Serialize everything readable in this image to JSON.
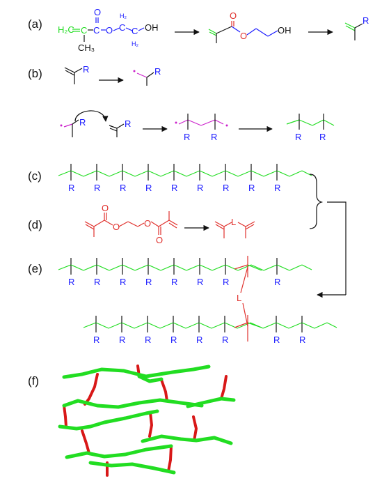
{
  "colors": {
    "methacrylate": "#22dd22",
    "chain": "#22dd22",
    "hema_tail": "#1a1aff",
    "r_group": "#1a1aff",
    "crosslinker": "#e0302c",
    "radical": "#cc22cc",
    "carbon_skeleton": "#111111",
    "arrow": "#111111",
    "network_chain": "#22dd22",
    "network_link": "#d81818"
  },
  "panels": {
    "a": "(a)",
    "b": "(b)",
    "c": "(c)",
    "d": "(d)",
    "e": "(e)",
    "f": "(f)"
  },
  "molecule_a": {
    "h2c": "H₂C",
    "c": "C",
    "ch3": "CH₃",
    "h2_top": "H₂",
    "h2_bottom": "H₂",
    "o": "O",
    "oh": "OH",
    "oh_skeletal": "OH"
  },
  "labels": {
    "r": "R",
    "l": "L"
  }
}
